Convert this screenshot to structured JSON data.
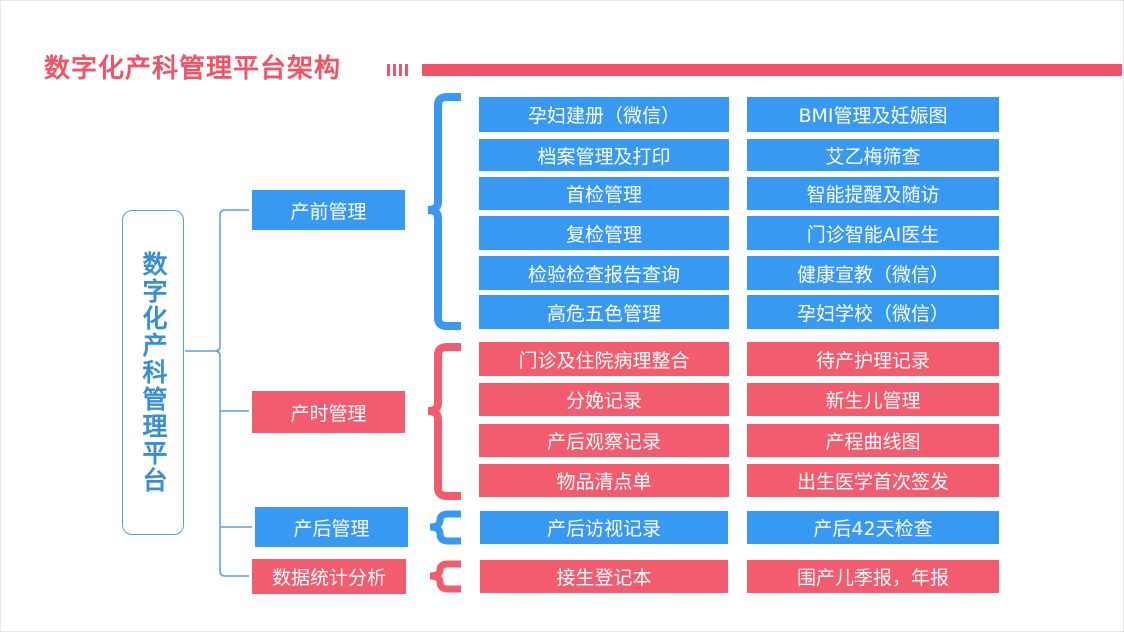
{
  "title": "数字化产科管理平台架构",
  "root": "数字化产科管理平台",
  "colors": {
    "accent": "#f05468",
    "blue": "#3899f3",
    "red": "#f35b6e",
    "line": "#5aa0d6"
  },
  "categories": [
    {
      "label": "产前管理",
      "color": "blue",
      "items": [
        "孕妇建册（微信）",
        "BMI管理及妊娠图",
        "档案管理及打印",
        "艾乙梅筛查",
        "首检管理",
        "智能提醒及随访",
        "复检管理",
        "门诊智能AI医生",
        "检验检查报告查询",
        "健康宣教（微信）",
        "高危五色管理",
        "孕妇学校（微信）"
      ]
    },
    {
      "label": "产时管理",
      "color": "red",
      "items": [
        "门诊及住院病理整合",
        "待产护理记录",
        "分娩记录",
        "新生儿管理",
        "产后观察记录",
        "产程曲线图",
        "物品清点单",
        "出生医学首次签发"
      ]
    },
    {
      "label": "产后管理",
      "color": "blue",
      "items": [
        "产后访视记录",
        "产后42天检查"
      ]
    },
    {
      "label": "数据统计分析",
      "color": "red",
      "items": [
        "接生登记本",
        "围产儿季报，年报"
      ]
    }
  ]
}
